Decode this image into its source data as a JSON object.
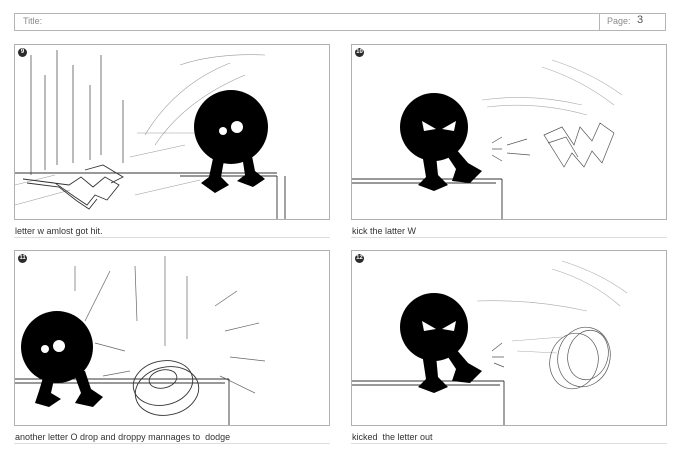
{
  "header": {
    "title_label": "Title:",
    "page_label": "Page:",
    "page_number": "3"
  },
  "panels": [
    {
      "number": "9",
      "caption": "letter w amlost got hit."
    },
    {
      "number": "10",
      "caption": "kick the latter W"
    },
    {
      "number": "11",
      "caption": "another letter O drop and droppy mannages to  dodge"
    },
    {
      "number": "12",
      "caption": "kicked  the letter out"
    }
  ]
}
